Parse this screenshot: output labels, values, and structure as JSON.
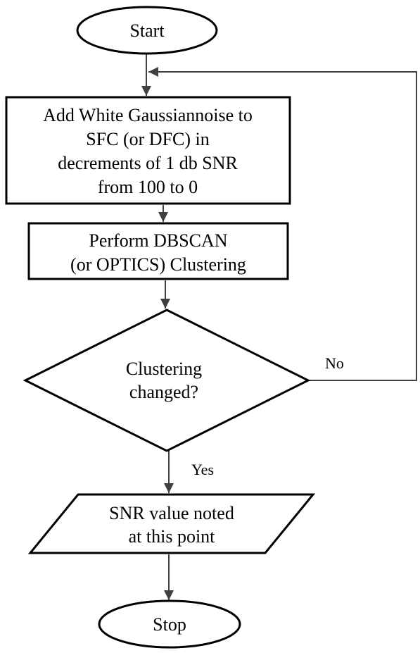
{
  "nodes": {
    "start": {
      "label": "Start"
    },
    "add_noise": {
      "lines": [
        "Add White Gaussiannoise to",
        "SFC (or DFC) in",
        "decrements of 1 db SNR",
        "from 100 to 0"
      ]
    },
    "cluster": {
      "lines": [
        "Perform DBSCAN",
        "(or OPTICS) Clustering"
      ]
    },
    "decision": {
      "lines": [
        "Clustering",
        "changed?"
      ]
    },
    "snr_output": {
      "lines": [
        "SNR value noted",
        "at this point"
      ]
    },
    "stop": {
      "label": "Stop"
    }
  },
  "edges": {
    "no_label": "No",
    "yes_label": "Yes"
  },
  "colors": {
    "stroke": "#000000",
    "connector": "#404040",
    "background": "#ffffff"
  }
}
